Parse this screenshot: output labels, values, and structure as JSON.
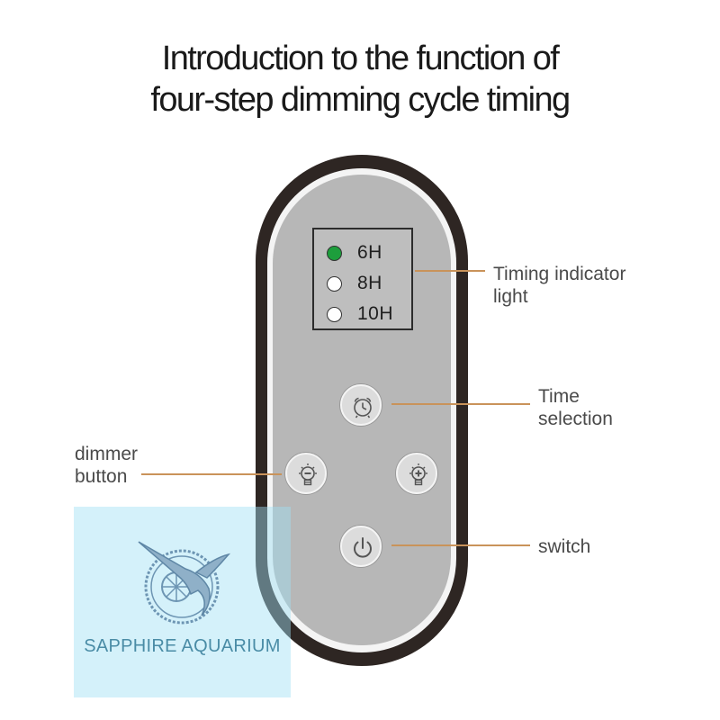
{
  "title": {
    "line1": "Introduction to the function of",
    "line2": "four-step dimming cycle timing"
  },
  "indicators": [
    {
      "label": "6H",
      "state": "on",
      "color": "#1d9e3c"
    },
    {
      "label": "8H",
      "state": "off"
    },
    {
      "label": "10H",
      "state": "off"
    }
  ],
  "buttons": {
    "time": {
      "icon": "alarm-clock-icon"
    },
    "dim_down": {
      "icon": "bulb-minus-icon"
    },
    "dim_up": {
      "icon": "bulb-plus-icon"
    },
    "power": {
      "icon": "power-icon"
    }
  },
  "callouts": {
    "timing_indicator": {
      "line1": "Timing indicator",
      "line2": "light"
    },
    "time_selection": {
      "line1": "Time",
      "line2": "selection"
    },
    "dimmer_button": {
      "line1": "dimmer",
      "line2": "button"
    },
    "switch": {
      "line1": "switch"
    }
  },
  "watermark": {
    "text": "SAPPHIRE AQUARIUM"
  },
  "colors": {
    "callout_line": "#c9935a",
    "remote_body": "#2e2623",
    "remote_face": "#b7b7b7",
    "indicator_on": "#1d9e3c"
  }
}
